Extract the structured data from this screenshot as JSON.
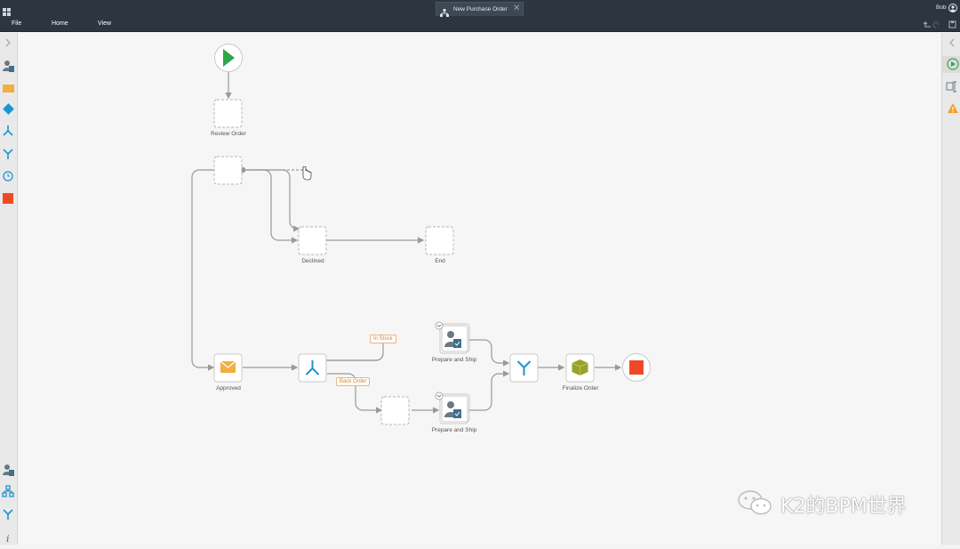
{
  "tab": {
    "title": "New Purchase Order"
  },
  "menu": [
    "File",
    "Home",
    "View"
  ],
  "user": {
    "name": "Bob"
  },
  "workflow": {
    "labels": {
      "review": "Review Order",
      "declined": "Declined",
      "end": "End",
      "approved": "Approved",
      "prepare1": "Prepare and Ship",
      "prepare2": "Prepare and Ship",
      "finalize": "Finalize Order"
    },
    "tags": {
      "in_stock": "In Stock",
      "back_order": "Back Order"
    }
  },
  "watermark": {
    "text": "K2的BPM世界"
  }
}
